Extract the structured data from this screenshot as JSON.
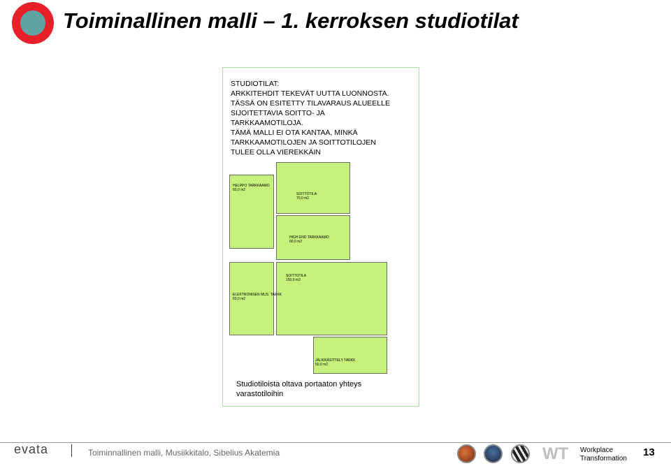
{
  "header": {
    "title": "Toiminallinen malli – 1. kerroksen studiotilat"
  },
  "notes": [
    "STUDIOTILAT:",
    "ARKKITEHDIT TEKEVÄT UUTTA LUONNOSTA.",
    "TÄSSÄ ON ESITETTY TILAVARAUS ALUEELLE",
    "SIJOITETTAVIA SOITTO- JA",
    "TARKKAAMOTILOJA.",
    "TÄMÄ MALLI EI OTA KANTAA, MINKÄ",
    "TARKKAAMOTILOJEN JA SOITTOTILOJEN",
    "TULEE OLLA VIEREKKÄIN"
  ],
  "rooms": [
    {
      "name": "HELPPO TARKKAAMO",
      "area": "60,0 m2"
    },
    {
      "name": "SOITTOTILA",
      "area": "70,0 m2"
    },
    {
      "name": "HIGH END TARKKAAMO",
      "area": "60,0 m2"
    },
    {
      "name": "SOITTOTILA",
      "area": "150,0 m2"
    },
    {
      "name": "ELEKTRONISEN MUS. TARKK",
      "area": "60,0 m2"
    },
    {
      "name": "JÄLKIKÄSITTELY TARKK",
      "area": "50,0 m2"
    }
  ],
  "caption": [
    "Studiotiloista oltava portaaton yhteys",
    "varastotiloihin"
  ],
  "footer": {
    "logo_text": "evata",
    "logo_sub": "",
    "text": "Toiminnallinen malli,  Musiikkitalo, Sibelius Akatemia",
    "wt_logo": "WT",
    "wt_line1": "Workplace",
    "wt_line2": "Transformation",
    "page_number": "13"
  },
  "colors": {
    "room_fill": "#c6f17a",
    "logo_red": "#e8202a",
    "logo_teal": "#5fa3a3"
  }
}
